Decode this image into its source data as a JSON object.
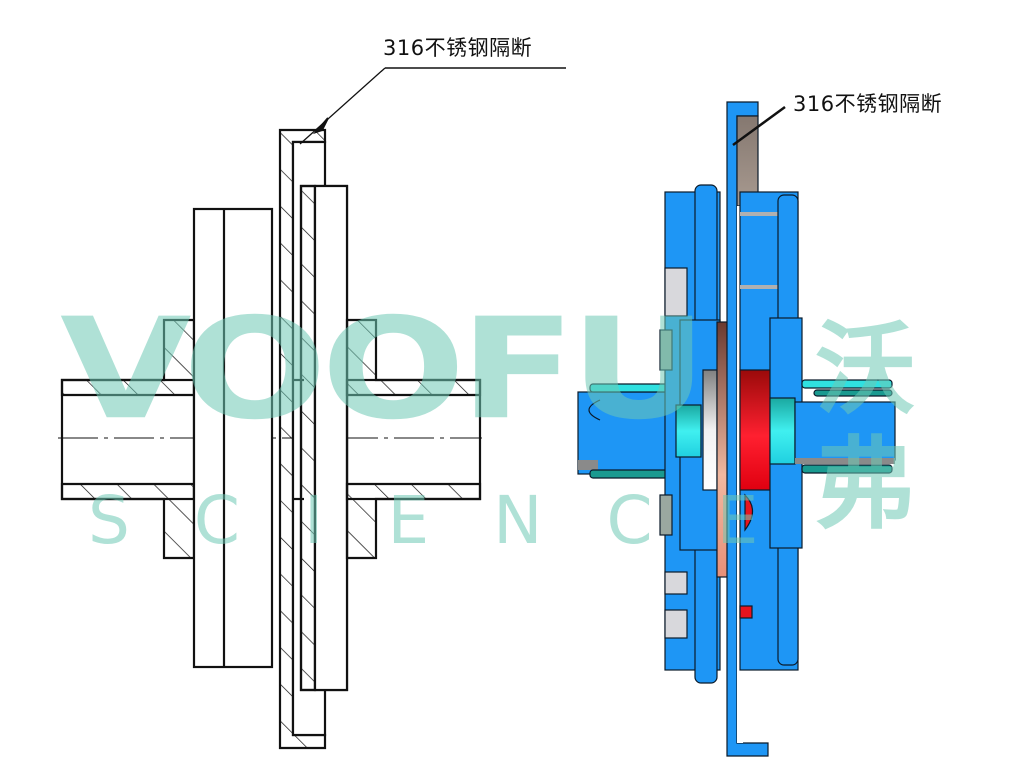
{
  "diagram": {
    "type": "engineering cross-section drawing",
    "views": [
      {
        "id": "left",
        "style": "2D line drawing with hatching (section view)",
        "callout": "316不锈钢隔断"
      },
      {
        "id": "right",
        "style": "colored 3D section render",
        "callout": "316不锈钢隔断"
      }
    ],
    "colors": {
      "line": "#111111",
      "body_blue": "#1e96f5",
      "cyan": "#2ee6e6",
      "teal": "#1a9a90",
      "red": "#e8141e",
      "salmon": "#f0a890",
      "gray": "#a8a8a8",
      "barrier_gray": "#8c8278",
      "watermark": "#6ec8b4"
    }
  },
  "labels": {
    "left_callout": "316不锈钢隔断",
    "right_callout": "316不锈钢隔断"
  },
  "watermark": {
    "brand": "VOOFU",
    "subtitle": "SCIENCE",
    "chinese_1": "沃",
    "chinese_2": "弗"
  }
}
